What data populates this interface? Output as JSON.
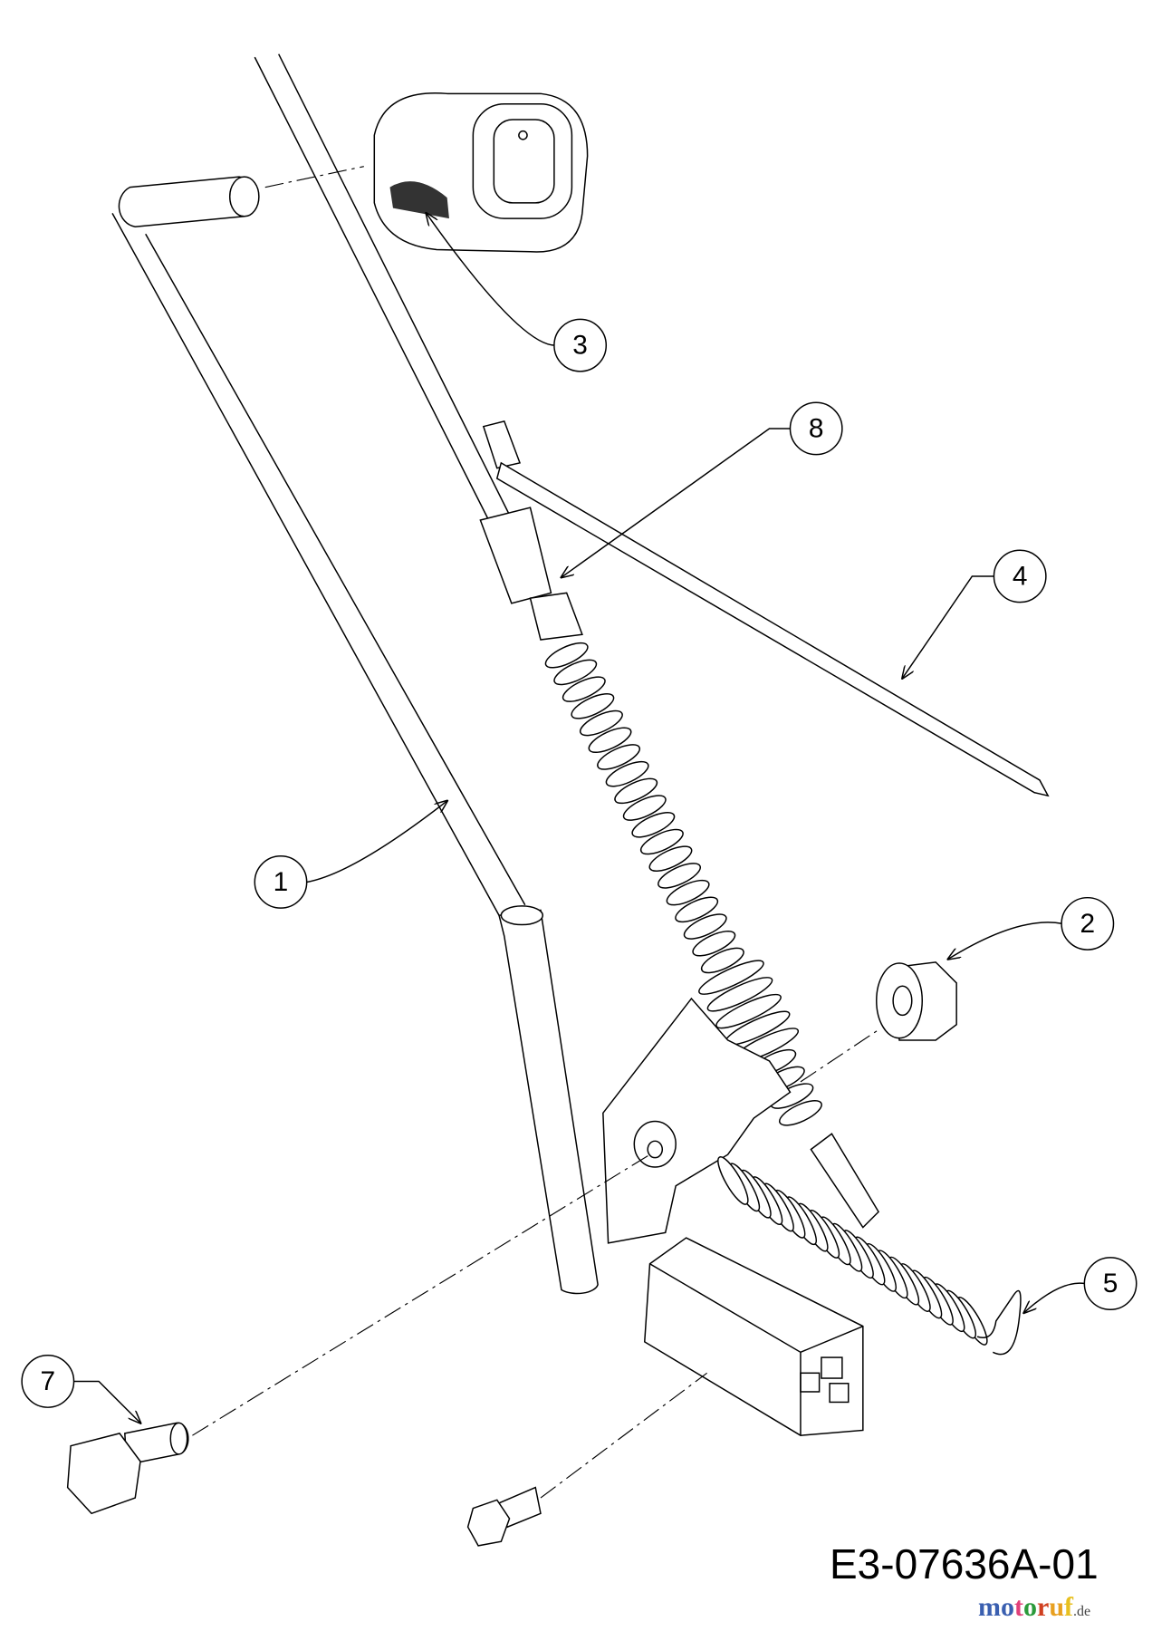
{
  "diagram": {
    "drawing_code": "E3-07636A-01",
    "watermark": {
      "text": "motoruf",
      "suffix": ".de",
      "colors": [
        "#3a5fb0",
        "#3a5fb0",
        "#e0407a",
        "#2a9a3a",
        "#d04020",
        "#e8a020",
        "#e8c020"
      ]
    },
    "callouts": [
      {
        "label": "1",
        "part": "lever"
      },
      {
        "label": "2",
        "part": "flange-nut"
      },
      {
        "label": "3",
        "part": "grip"
      },
      {
        "label": "4",
        "part": "cable-tie"
      },
      {
        "label": "5",
        "part": "spring"
      },
      {
        "label": "7",
        "part": "shoulder-bolt"
      },
      {
        "label": "8",
        "part": "cable-clip"
      }
    ]
  }
}
